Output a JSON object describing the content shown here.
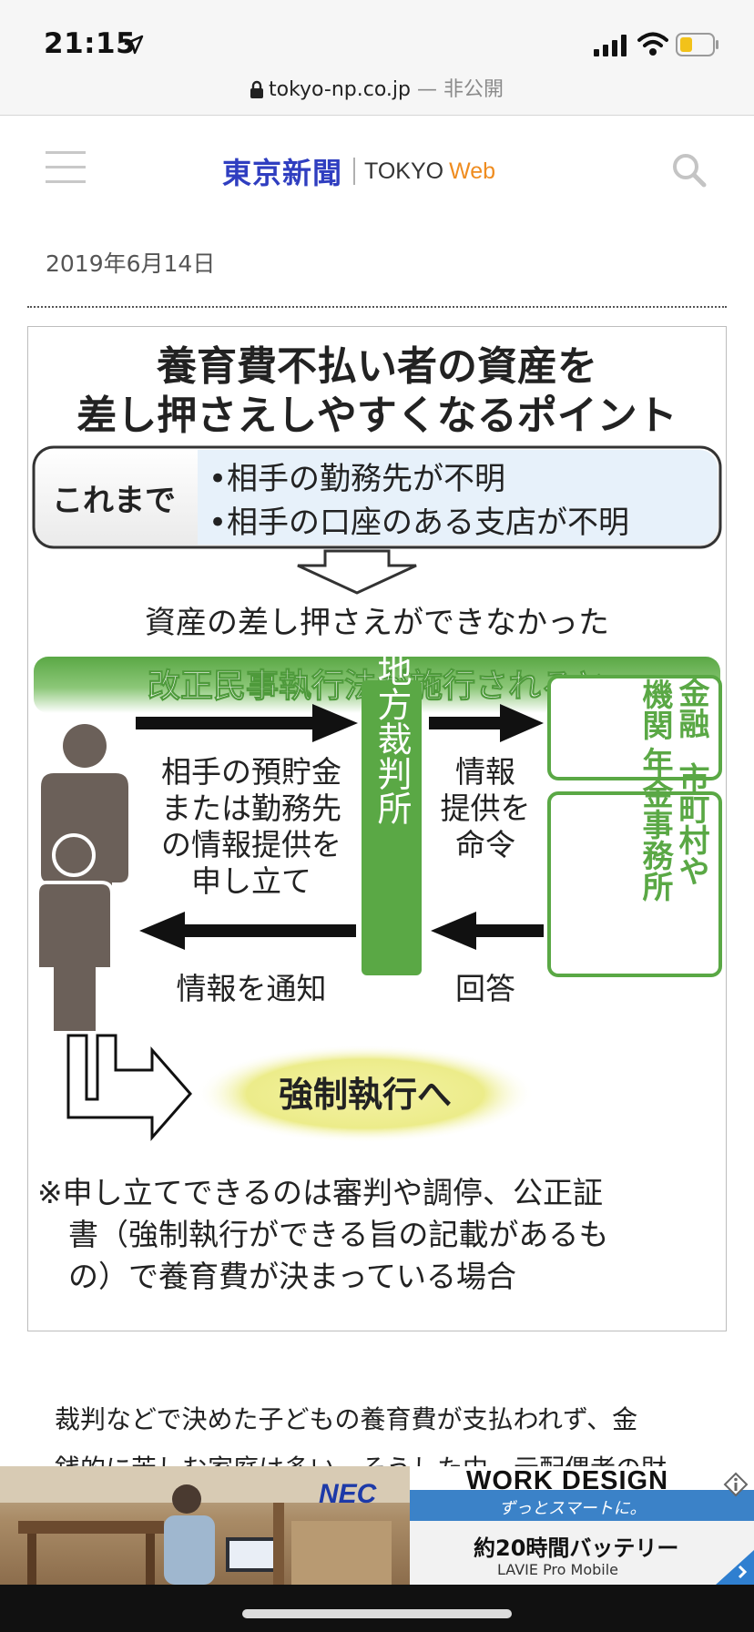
{
  "status": {
    "time": "21:15"
  },
  "browser": {
    "domain": "tokyo-np.co.jp",
    "separator": "—",
    "privacy": "非公開"
  },
  "site": {
    "logo_jp": "東京新聞",
    "logo_en": "TOKYO",
    "logo_web": "Web"
  },
  "article": {
    "date": "2019年6月14日",
    "body_line1": "裁判などで決めた子どもの養育費が支払われず、金",
    "body_line2": "銭的に苦しむ家庭は多い。そうした中、元配偶者の財"
  },
  "infographic": {
    "title1": "養育費不払い者の資産を",
    "title2": "差し押さえしやすくなるポイント",
    "before_label": "これまで",
    "before_item1": "•相手の勤務先が不明",
    "before_item2": "•相手の口座のある支店が不明",
    "result": "資産の差し押さえができなかった",
    "law_banner": "改正民事執行法が施行されると",
    "apply1": "相手の預貯金",
    "apply2": "または勤務先",
    "apply3": "の情報提供を",
    "apply4": "申し立て",
    "court": "地方裁判所",
    "order1": "情報",
    "order2": "提供を",
    "order3": "命令",
    "notify": "情報を通知",
    "answer": "回答",
    "finance1": "金融",
    "finance2": "機関",
    "municipal1": "市町村や",
    "municipal2": "年金事務所",
    "enforce": "強制執行へ",
    "note1": "※申し立てできるのは審判や調停、公正証",
    "note2": "書（強制執行ができる旨の記載があるも",
    "note3": "の）で養育費が決まっている場合"
  },
  "ad": {
    "brand": "NEC",
    "headline": "WORK DESIGN",
    "catch": "ずっとスマートに。",
    "battery": "約20時間バッテリー",
    "product": "LAVIE Pro Mobile"
  },
  "colors": {
    "logo_blue": "#2f3ec0",
    "web_orange": "#ef8c1f",
    "green": "#5aa845",
    "figure": "#6b6059"
  }
}
